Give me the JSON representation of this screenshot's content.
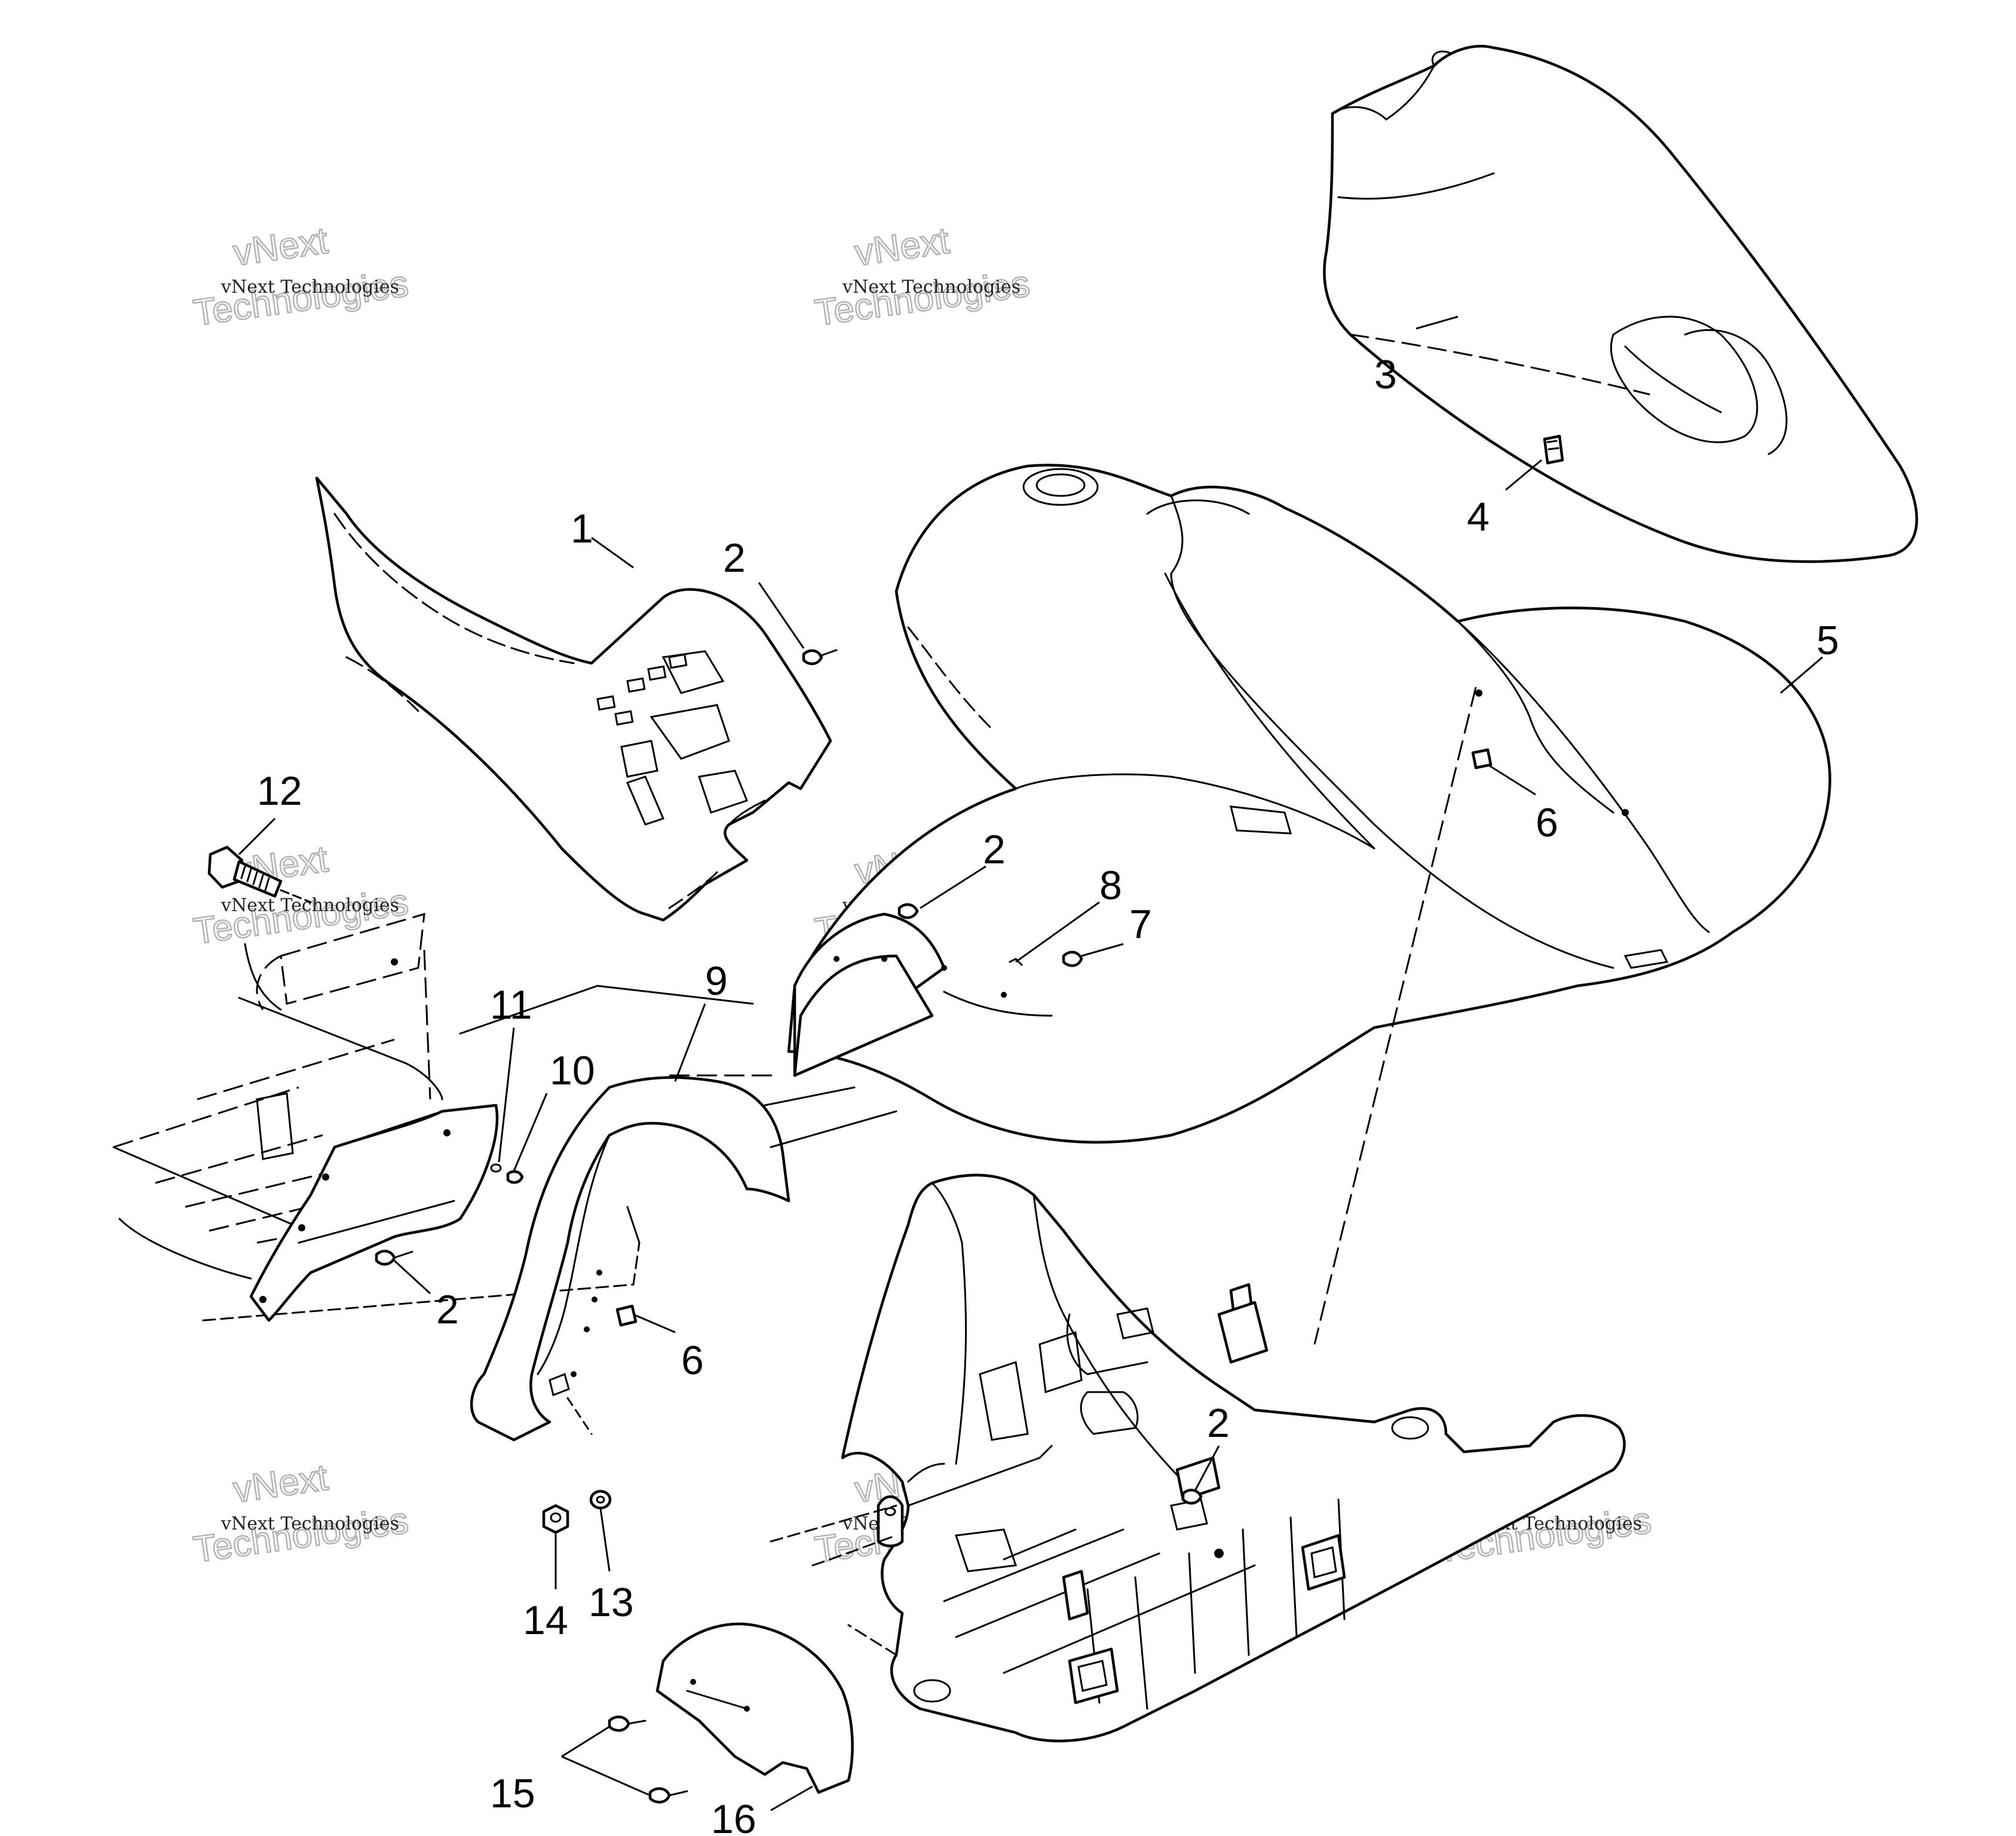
{
  "watermark": {
    "line1": "vNext Technologies",
    "line2a": "vNext",
    "line2b": "Technologies"
  },
  "callouts": [
    {
      "id": "1"
    },
    {
      "id": "2a"
    },
    {
      "id": "3"
    },
    {
      "id": "4"
    },
    {
      "id": "5"
    },
    {
      "id": "12"
    },
    {
      "id": "2b"
    },
    {
      "id": "8"
    },
    {
      "id": "6a"
    },
    {
      "id": "7"
    },
    {
      "id": "9"
    },
    {
      "id": "11"
    },
    {
      "id": "10"
    },
    {
      "id": "2c"
    },
    {
      "id": "6b"
    },
    {
      "id": "2d"
    },
    {
      "id": "14"
    },
    {
      "id": "13"
    },
    {
      "id": "15"
    },
    {
      "id": "16"
    }
  ],
  "labels": {
    "1": "1",
    "2a": "2",
    "3": "3",
    "4": "4",
    "5": "5",
    "12": "12",
    "2b": "2",
    "8": "8",
    "6a": "6",
    "7": "7",
    "9": "9",
    "11": "11",
    "10": "10",
    "2c": "2",
    "6b": "6",
    "2d": "2",
    "14": "14",
    "13": "13",
    "15": "15",
    "16": "16"
  }
}
